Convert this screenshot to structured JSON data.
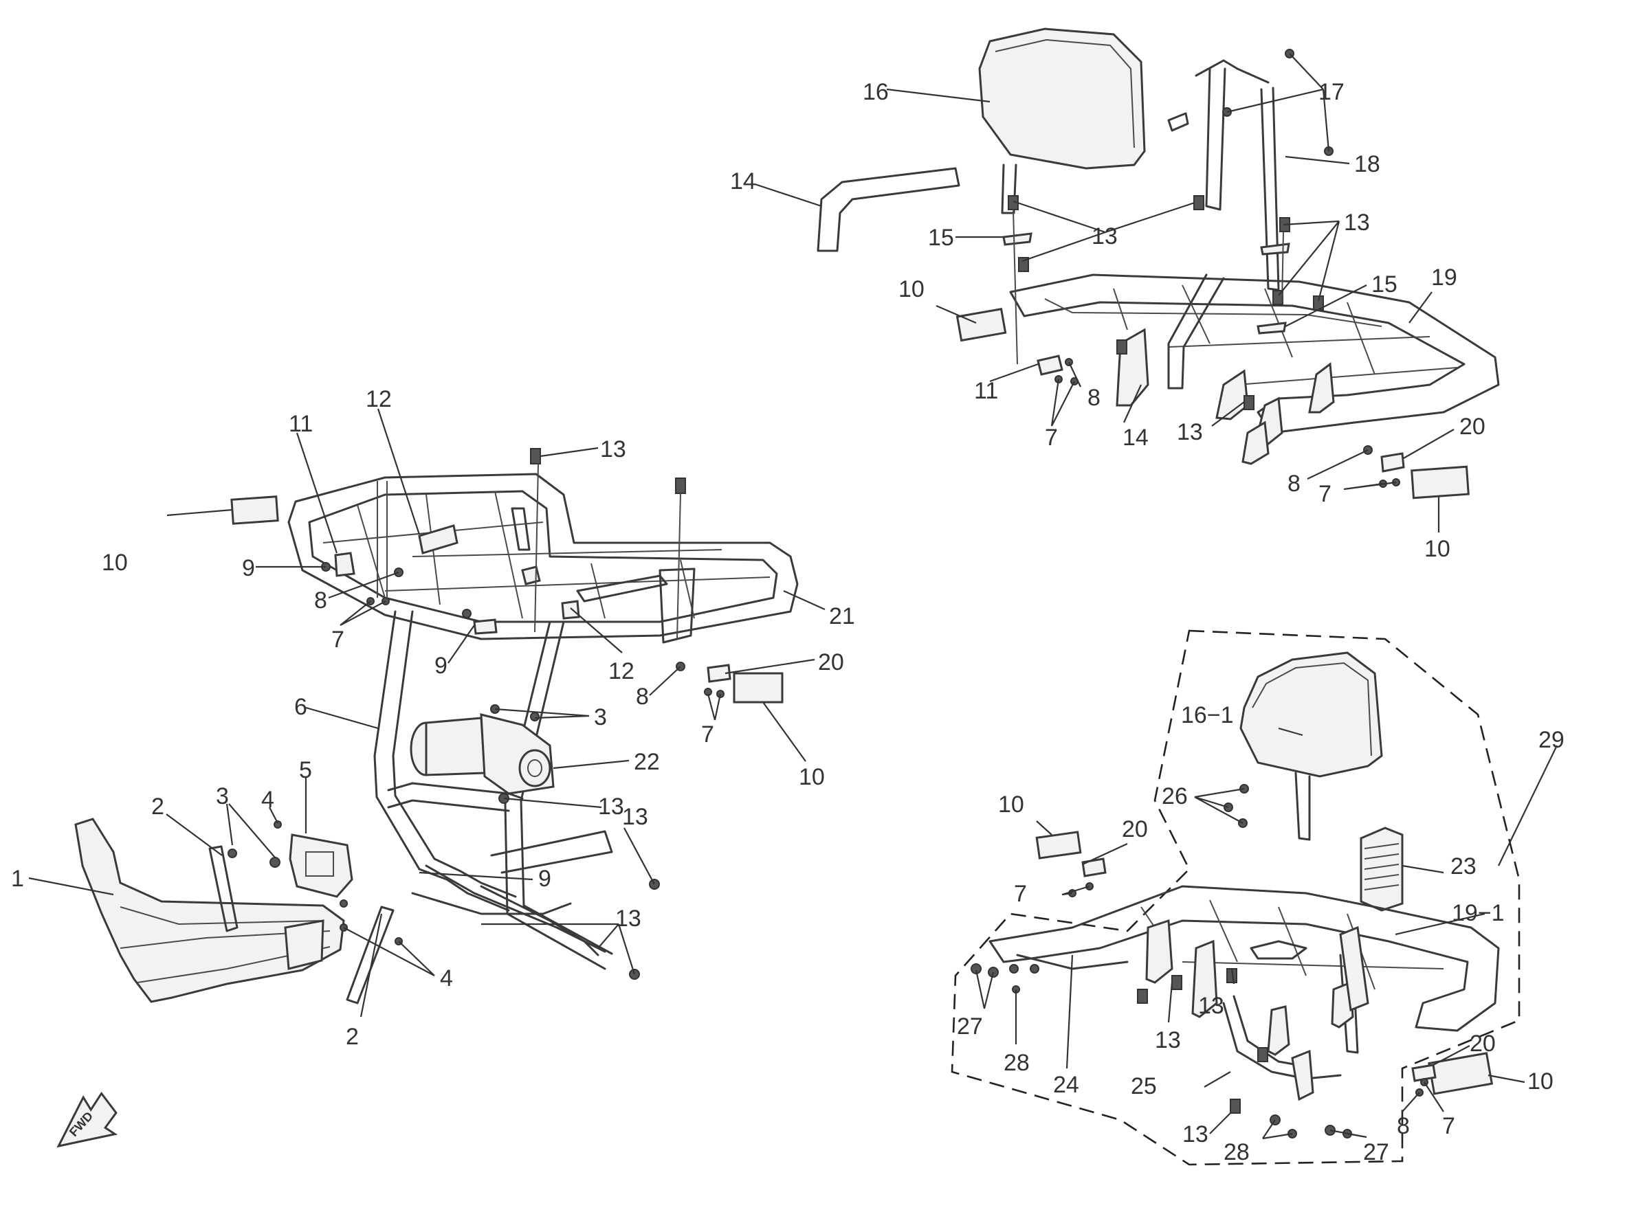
{
  "badge": {
    "text": "FWD"
  },
  "labels": [
    {
      "text": "1"
    },
    {
      "text": "2"
    },
    {
      "text": "3"
    },
    {
      "text": "4"
    },
    {
      "text": "5"
    },
    {
      "text": "2"
    },
    {
      "text": "4"
    },
    {
      "text": "6"
    },
    {
      "text": "22"
    },
    {
      "text": "3"
    },
    {
      "text": "13"
    },
    {
      "text": "9"
    },
    {
      "text": "13"
    },
    {
      "text": "13"
    },
    {
      "text": "10"
    },
    {
      "text": "9"
    },
    {
      "text": "8"
    },
    {
      "text": "7"
    },
    {
      "text": "11"
    },
    {
      "text": "12"
    },
    {
      "text": "13"
    },
    {
      "text": "21"
    },
    {
      "text": "9"
    },
    {
      "text": "12"
    },
    {
      "text": "20"
    },
    {
      "text": "8"
    },
    {
      "text": "7"
    },
    {
      "text": "10"
    },
    {
      "text": "16"
    },
    {
      "text": "17"
    },
    {
      "text": "18"
    },
    {
      "text": "14"
    },
    {
      "text": "13"
    },
    {
      "text": "15"
    },
    {
      "text": "13"
    },
    {
      "text": "15"
    },
    {
      "text": "19"
    },
    {
      "text": "10"
    },
    {
      "text": "11"
    },
    {
      "text": "8"
    },
    {
      "text": "7"
    },
    {
      "text": "14"
    },
    {
      "text": "13"
    },
    {
      "text": "20"
    },
    {
      "text": "8"
    },
    {
      "text": "7"
    },
    {
      "text": "10"
    },
    {
      "text": "16−1"
    },
    {
      "text": "29"
    },
    {
      "text": "10"
    },
    {
      "text": "20"
    },
    {
      "text": "26"
    },
    {
      "text": "23"
    },
    {
      "text": "7"
    },
    {
      "text": "19−1"
    },
    {
      "text": "27"
    },
    {
      "text": "28"
    },
    {
      "text": "24"
    },
    {
      "text": "13"
    },
    {
      "text": "13"
    },
    {
      "text": "25"
    },
    {
      "text": "13"
    },
    {
      "text": "28"
    },
    {
      "text": "27"
    },
    {
      "text": "20"
    },
    {
      "text": "10"
    },
    {
      "text": "8"
    },
    {
      "text": "7"
    }
  ]
}
